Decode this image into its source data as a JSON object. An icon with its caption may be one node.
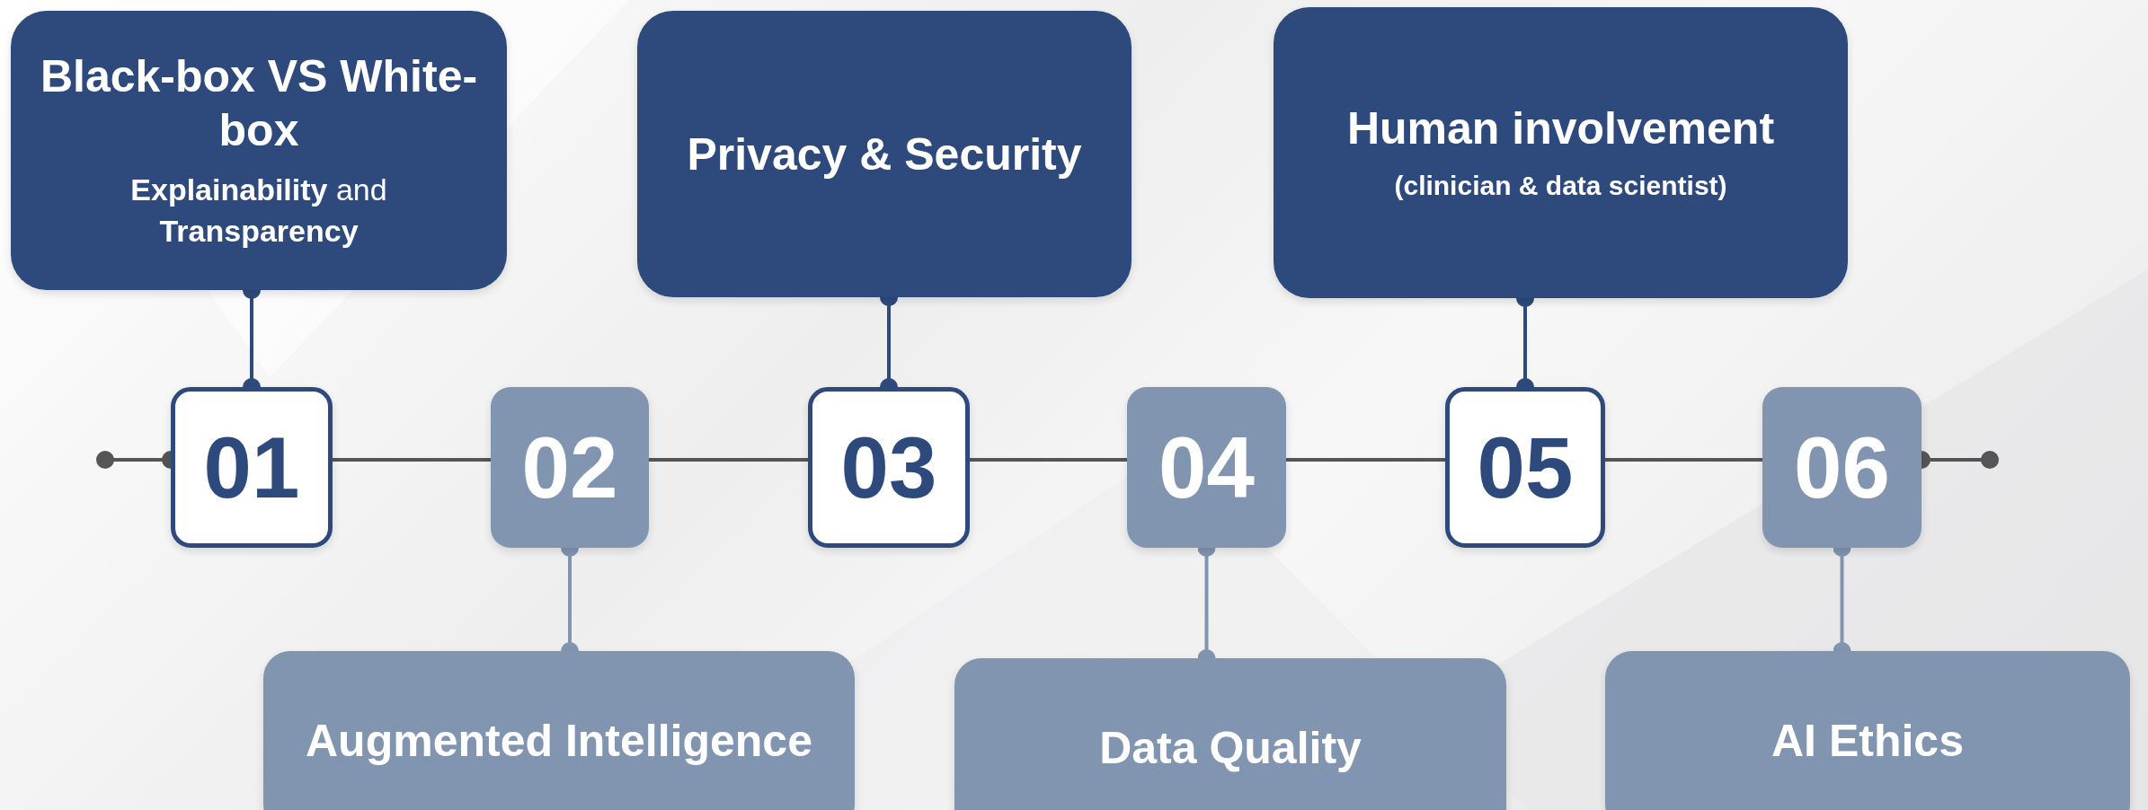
{
  "diagram": {
    "nodes": [
      {
        "text": [
          "Black-box VS White-box",
          "**Explainability** and **Transparency**"
        ]
      },
      {
        "text": [
          "Privacy & Security"
        ]
      },
      {
        "text": [
          "Human involvement",
          "(clinician & data scientist)"
        ]
      },
      {
        "text": [
          "01"
        ]
      },
      {
        "text": [
          "02"
        ]
      },
      {
        "text": [
          "03"
        ]
      },
      {
        "text": [
          "04"
        ]
      },
      {
        "text": [
          "05"
        ]
      },
      {
        "text": [
          "06"
        ]
      },
      {
        "text": [
          "Augmented Intelligence"
        ]
      },
      {
        "text": [
          "Data Quality"
        ]
      },
      {
        "text": [
          "AI Ethics"
        ]
      }
    ],
    "edges": [
      {
        "from": 0,
        "to": 3,
        "arrow": "other",
        "color": "#2e4a7d"
      },
      {
        "from": 1,
        "to": 5,
        "arrow": "other",
        "color": "#2e4a7d"
      },
      {
        "from": 2,
        "to": 7,
        "arrow": "other",
        "color": "#2e4a7d"
      },
      {
        "from": 4,
        "to": 9,
        "arrow": "other",
        "color": "#8195b0"
      },
      {
        "from": 6,
        "to": 10,
        "arrow": "other",
        "color": "#8195b0"
      },
      {
        "from": 8,
        "to": 11,
        "arrow": "other",
        "color": "#8195b0"
      },
      {
        "from": null,
        "to": 3,
        "arrow": "other"
      },
      {
        "from": 3,
        "to": 4,
        "arrow": "none"
      },
      {
        "from": 4,
        "to": 5,
        "arrow": "none"
      },
      {
        "from": 5,
        "to": 6,
        "arrow": "none"
      },
      {
        "from": 6,
        "to": 7,
        "arrow": "none"
      },
      {
        "from": 7,
        "to": 8,
        "arrow": "none"
      },
      {
        "from": 8,
        "to": null,
        "arrow": "other"
      }
    ]
  }
}
